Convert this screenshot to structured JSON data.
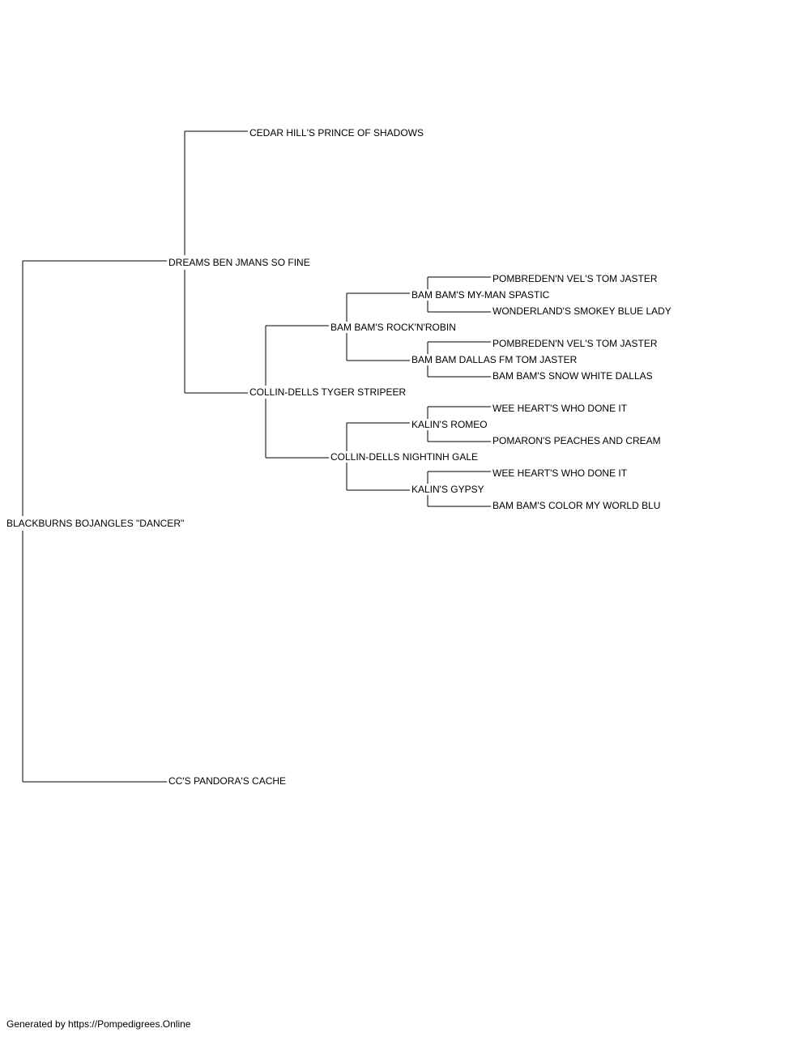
{
  "pedigree": {
    "subject": "BLACKBURNS BOJANGLES \"DANCER\"",
    "sire": {
      "name": "DREAMS BEN JMANS SO FINE",
      "sire": {
        "name": "CEDAR HILL'S PRINCE OF SHADOWS"
      },
      "dam": {
        "name": "COLLIN-DELLS TYGER STRIPEER",
        "sire": {
          "name": "BAM BAM'S ROCK'N'ROBIN",
          "sire": {
            "name": "BAM BAM'S MY-MAN SPASTIC",
            "sire": {
              "name": "POMBREDEN'N VEL'S TOM JASTER"
            },
            "dam": {
              "name": "WONDERLAND'S SMOKEY BLUE LADY"
            }
          },
          "dam": {
            "name": "BAM BAM DALLAS FM TOM JASTER",
            "sire": {
              "name": "POMBREDEN'N VEL'S TOM JASTER"
            },
            "dam": {
              "name": "BAM BAM'S SNOW WHITE DALLAS"
            }
          }
        },
        "dam": {
          "name": "COLLIN-DELLS NIGHTINH GALE",
          "sire": {
            "name": "KALIN'S ROMEO",
            "sire": {
              "name": "WEE HEART'S WHO DONE IT"
            },
            "dam": {
              "name": "POMARON'S PEACHES AND CREAM"
            }
          },
          "dam": {
            "name": "KALIN'S GYPSY",
            "sire": {
              "name": "WEE HEART'S WHO DONE IT"
            },
            "dam": {
              "name": "BAM BAM'S COLOR MY WORLD BLU"
            }
          }
        }
      }
    },
    "dam": {
      "name": "CC'S PANDORA'S CACHE"
    }
  },
  "footer": "Generated by https://Pompedigrees.Online"
}
